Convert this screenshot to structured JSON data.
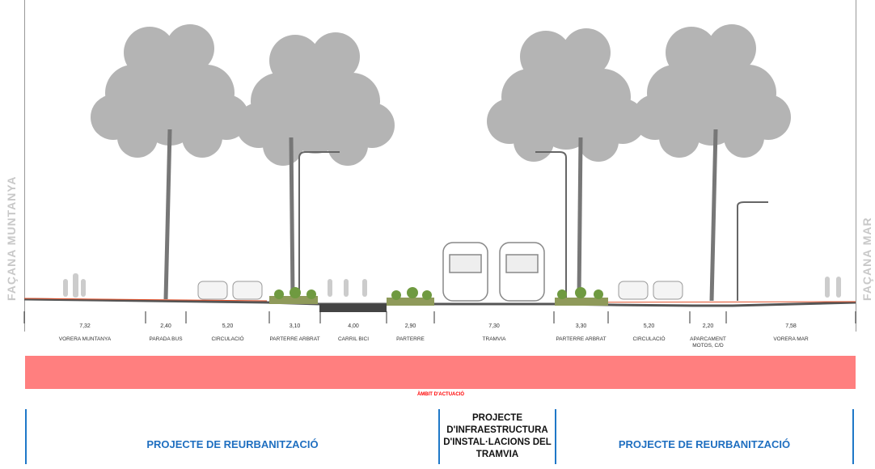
{
  "facades": {
    "left": "FAÇANA MUNTANYA",
    "right": "FAÇANA MAR"
  },
  "segments": [
    {
      "width": "7,32",
      "label": "VORERA  MUNTANYA"
    },
    {
      "width": "2,40",
      "label": "PARADA BUS"
    },
    {
      "width": "5,20",
      "label": "CIRCULACIÓ"
    },
    {
      "width": "3,10",
      "label": "PARTERRE ARBRAT"
    },
    {
      "width": "4,00",
      "label": "CARRIL BICI"
    },
    {
      "width": "2,90",
      "label": "PARTERRE"
    },
    {
      "width": "7,30",
      "label": "TRAMVIA"
    },
    {
      "width": "3,30",
      "label": "PARTERRE ARBRAT"
    },
    {
      "width": "5,20",
      "label": "CIRCULACIÓ"
    },
    {
      "width": "2,20",
      "label": "APARCAMENT MOTOS, C/D"
    },
    {
      "width": "7,58",
      "label": "VORERA MAR"
    }
  ],
  "scope_label": "ÀMBIT D'ACTUACIÓ",
  "colors": {
    "scope": "#ff7f7f",
    "project": "#1f6fc0",
    "tree": "#9a9a9a"
  },
  "projects": {
    "left": "PROJECTE DE REURBANITZACIÓ",
    "center": "PROJECTE D'INFRAESTRUCTURA D'INSTAL·LACIONS DEL TRAMVIA",
    "right": "PROJECTE DE REURBANITZACIÓ"
  }
}
